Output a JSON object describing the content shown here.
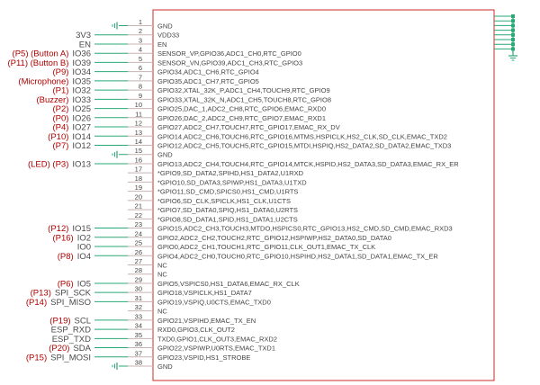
{
  "component": {
    "pins": [
      {
        "num": "1",
        "fn": "GND",
        "net": "",
        "alias": "",
        "conn": "gnd"
      },
      {
        "num": "2",
        "fn": "VDD33",
        "net": "3V3",
        "alias": "",
        "conn": "wire"
      },
      {
        "num": "3",
        "fn": "EN",
        "net": "EN",
        "alias": "",
        "conn": "wire"
      },
      {
        "num": "4",
        "fn": "SENSOR_VP,GPIO36,ADC1_CH0,RTC_GPIO0",
        "net": "IO36",
        "alias": "(P5) (Button A)",
        "conn": "wire"
      },
      {
        "num": "5",
        "fn": "SENSOR_VN,GPIO39,ADC1_CH3,RTC_GPIO3",
        "net": "IO39",
        "alias": "(P11) (Button B)",
        "conn": "wire"
      },
      {
        "num": "6",
        "fn": "GPIO34,ADC1_CH6,RTC_GPIO4",
        "net": "IO34",
        "alias": "(P9)",
        "conn": "wire"
      },
      {
        "num": "7",
        "fn": "GPIO35,ADC1_CH7,RTC_GPIO5",
        "net": "IO35",
        "alias": "(Microphone)",
        "conn": "wire"
      },
      {
        "num": "8",
        "fn": "GPIO32,XTAL_32K_P,ADC1_CH4,TOUCH9,RTC_GPIO9",
        "net": "IO32",
        "alias": "(P1)",
        "conn": "wire"
      },
      {
        "num": "9",
        "fn": "GPIO33,XTAL_32K_N,ADC1_CH5,TOUCH8,RTC_GPIO8",
        "net": "IO33",
        "alias": "(Buzzer)",
        "conn": "wire"
      },
      {
        "num": "10",
        "fn": "GPIO25,DAC_1,ADC2_CH8,RTC_GPIO6,EMAC_RXD0",
        "net": "IO25",
        "alias": "(P2)",
        "conn": "wire"
      },
      {
        "num": "11",
        "fn": "GPIO26,DAC_2,ADC2_CH9,RTC_GPIO7,EMAC_RXD1",
        "net": "IO26",
        "alias": "(P0)",
        "conn": "wire"
      },
      {
        "num": "12",
        "fn": "GPIO27,ADC2_CH7,TOUCH7,RTC_GPIO17,EMAC_RX_DV",
        "net": "IO27",
        "alias": "(P4)",
        "conn": "wire"
      },
      {
        "num": "13",
        "fn": "GPIO14,ADC2_CH6,TOUCH6,RTC_GPIO16,MTMS,HSPICLK,HS2_CLK,SD_CLK,EMAC_TXD2",
        "net": "IO14",
        "alias": "(P10)",
        "conn": "wire"
      },
      {
        "num": "14",
        "fn": "GPIO12,ADC2_CH5,TOUCH5,RTC_GPIO15,MTDI,HSPIQ,HS2_DATA2,SD_DATA2,EMAC_TXD3",
        "net": "IO12",
        "alias": "(P7)",
        "conn": "wire"
      },
      {
        "num": "15",
        "fn": "GND",
        "net": "",
        "alias": "",
        "conn": "gnd"
      },
      {
        "num": "16",
        "fn": "GPIO13,ADC2_CH4,TOUCH4,RTC_GPIO14,MTCK,HSPID,HS2_DATA3,SD_DATA3,EMAC_RX_ER",
        "net": "IO13",
        "alias": "(LED) (P3)",
        "conn": "wire"
      },
      {
        "num": "17",
        "fn": "*GPIO9,SD_DATA2,SPIHD,HS1_DATA2,U1RXD",
        "net": "",
        "alias": "",
        "conn": "none"
      },
      {
        "num": "18",
        "fn": "*GPIO10,SD_DATA3,SPIWP,HS1_DATA3,U1TXD",
        "net": "",
        "alias": "",
        "conn": "none"
      },
      {
        "num": "19",
        "fn": "*GPIO11,SD_CMD,SPICS0,HS1_CMD,U1RTS",
        "net": "",
        "alias": "",
        "conn": "none"
      },
      {
        "num": "20",
        "fn": "*GPIO6,SD_CLK,SPICLK,HS1_CLK,U1CTS",
        "net": "",
        "alias": "",
        "conn": "none"
      },
      {
        "num": "21",
        "fn": "*GPIO7,SD_DATA0,SPIQ,HS1_DATA0,U2RTS",
        "net": "",
        "alias": "",
        "conn": "none"
      },
      {
        "num": "22",
        "fn": "*GPIO8,SD_DATA1,SPID,HS1_DATA1,U2CTS",
        "net": "",
        "alias": "",
        "conn": "none"
      },
      {
        "num": "23",
        "fn": "GPIO15,ADC2_CH3,TOUCH3,MTDO,HSPICS0,RTC_GPIO13,HS2_CMD,SD_CMD,EMAC_RXD3",
        "net": "IO15",
        "alias": "(P12)",
        "conn": "wire"
      },
      {
        "num": "24",
        "fn": "GPIO2,ADC2_CH2,TOUCH2,RTC_GPIO12,HSPIWP,HS2_DATA0,SD_DATA0",
        "net": "IO2",
        "alias": "(P16)",
        "conn": "wire"
      },
      {
        "num": "25",
        "fn": "GPIO0,ADC2_CH1,TOUCH1,RTC_GPIO11,CLK_OUT1,EMAC_TX_CLK",
        "net": "IO0",
        "alias": "",
        "conn": "wire"
      },
      {
        "num": "26",
        "fn": "GPIO4,ADC2_CH0,TOUCH0,RTC_GPIO10,HSPIHD,HS2_DATA1,SD_DATA1,EMAC_TX_ER",
        "net": "IO4",
        "alias": "(P8)",
        "conn": "wire"
      },
      {
        "num": "27",
        "fn": "NC",
        "net": "",
        "alias": "",
        "conn": "none"
      },
      {
        "num": "28",
        "fn": "NC",
        "net": "",
        "alias": "",
        "conn": "none"
      },
      {
        "num": "29",
        "fn": "GPIO5,VSPICS0,HS1_DATA6,EMAC_RX_CLK",
        "net": "IO5",
        "alias": "(P6)",
        "conn": "wire"
      },
      {
        "num": "30",
        "fn": "GPIO18,VSPICLK,HS1_DATA7",
        "net": "SPI_SCK",
        "alias": "(P13)",
        "conn": "wire"
      },
      {
        "num": "31",
        "fn": "GPIO19,VSPIQ,U0CTS,EMAC_TXD0",
        "net": "SPI_MISO",
        "alias": "(P14)",
        "conn": "wire"
      },
      {
        "num": "32",
        "fn": "NC",
        "net": "",
        "alias": "",
        "conn": "none"
      },
      {
        "num": "33",
        "fn": "GPIO21,VSPIHD,EMAC_TX_EN",
        "net": "SCL",
        "alias": "(P19)",
        "conn": "wire"
      },
      {
        "num": "34",
        "fn": "RXD0,GPIO3,CLK_OUT2",
        "net": "ESP_RXD",
        "alias": "",
        "conn": "wire"
      },
      {
        "num": "35",
        "fn": "TXD0,GPIO1,CLK_OUT3,EMAC_RXD2",
        "net": "ESP_TXD",
        "alias": "",
        "conn": "wire"
      },
      {
        "num": "36",
        "fn": "GPIO22,VSPIWP,U0RTS,EMAC_TXD1",
        "net": "SDA",
        "alias": "(P20)",
        "conn": "wire"
      },
      {
        "num": "37",
        "fn": "GPIO23,VSPID,HS1_STROBE",
        "net": "SPI_MOSI",
        "alias": "(P15)",
        "conn": "wire"
      },
      {
        "num": "38",
        "fn": "GND",
        "net": "",
        "alias": "",
        "conn": "gnd"
      }
    ]
  },
  "colors": {
    "wire": "#2aa876",
    "alias": "#b00000",
    "outline": "#cc2a2a",
    "text": "#444444"
  },
  "icons": {
    "ground": "ground-symbol-icon",
    "pad_stack": "pad-stack-icon"
  }
}
